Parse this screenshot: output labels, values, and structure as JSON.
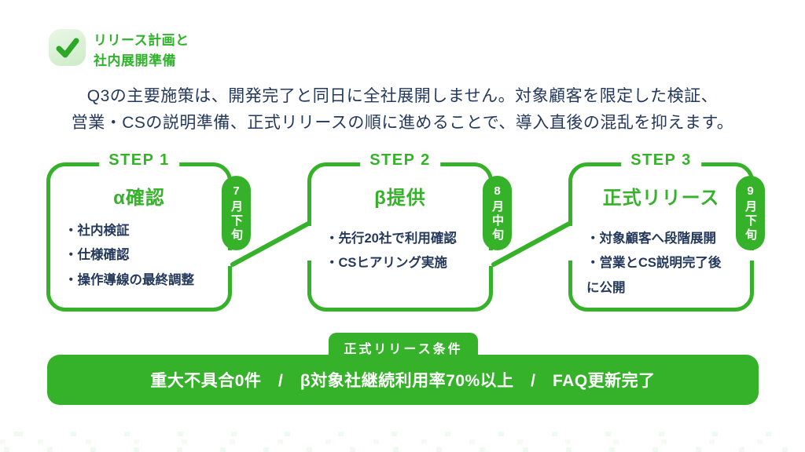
{
  "header": {
    "title_line1": "リリース計画と",
    "title_line2": "社内展開準備"
  },
  "intro": {
    "line1": "Q3の主要施策は、開発完了と同日に全社展開しません。対象顧客を限定した検証、",
    "line2": "営業・CSの説明準備、正式リリースの順に進めることで、導入直後の混乱を抑えます。"
  },
  "steps": [
    {
      "label": "STEP 1",
      "title": "α確認",
      "badge": "7月下旬",
      "items": "・社内検証\n・仕様確認\n・操作導線の最終調整"
    },
    {
      "label": "STEP 2",
      "title": "β提供",
      "badge": "8月中旬",
      "items": "・先行20社で利用確認\n・CSヒアリング実施"
    },
    {
      "label": "STEP 3",
      "title": "正式リリース",
      "badge": "9月下旬",
      "items": "・対象顧客へ段階展開\n・営業とCS説明完了後\nに公開"
    }
  ],
  "release": {
    "tab": "正式リリース条件",
    "conditions": "重大不具合0件　/　β対象社継続利用率70%以上　/　FAQ更新完了"
  },
  "colors": {
    "green": "#36b22a",
    "light_green": "#d9f0d4",
    "navy": "#24395c",
    "white": "#ffffff"
  }
}
